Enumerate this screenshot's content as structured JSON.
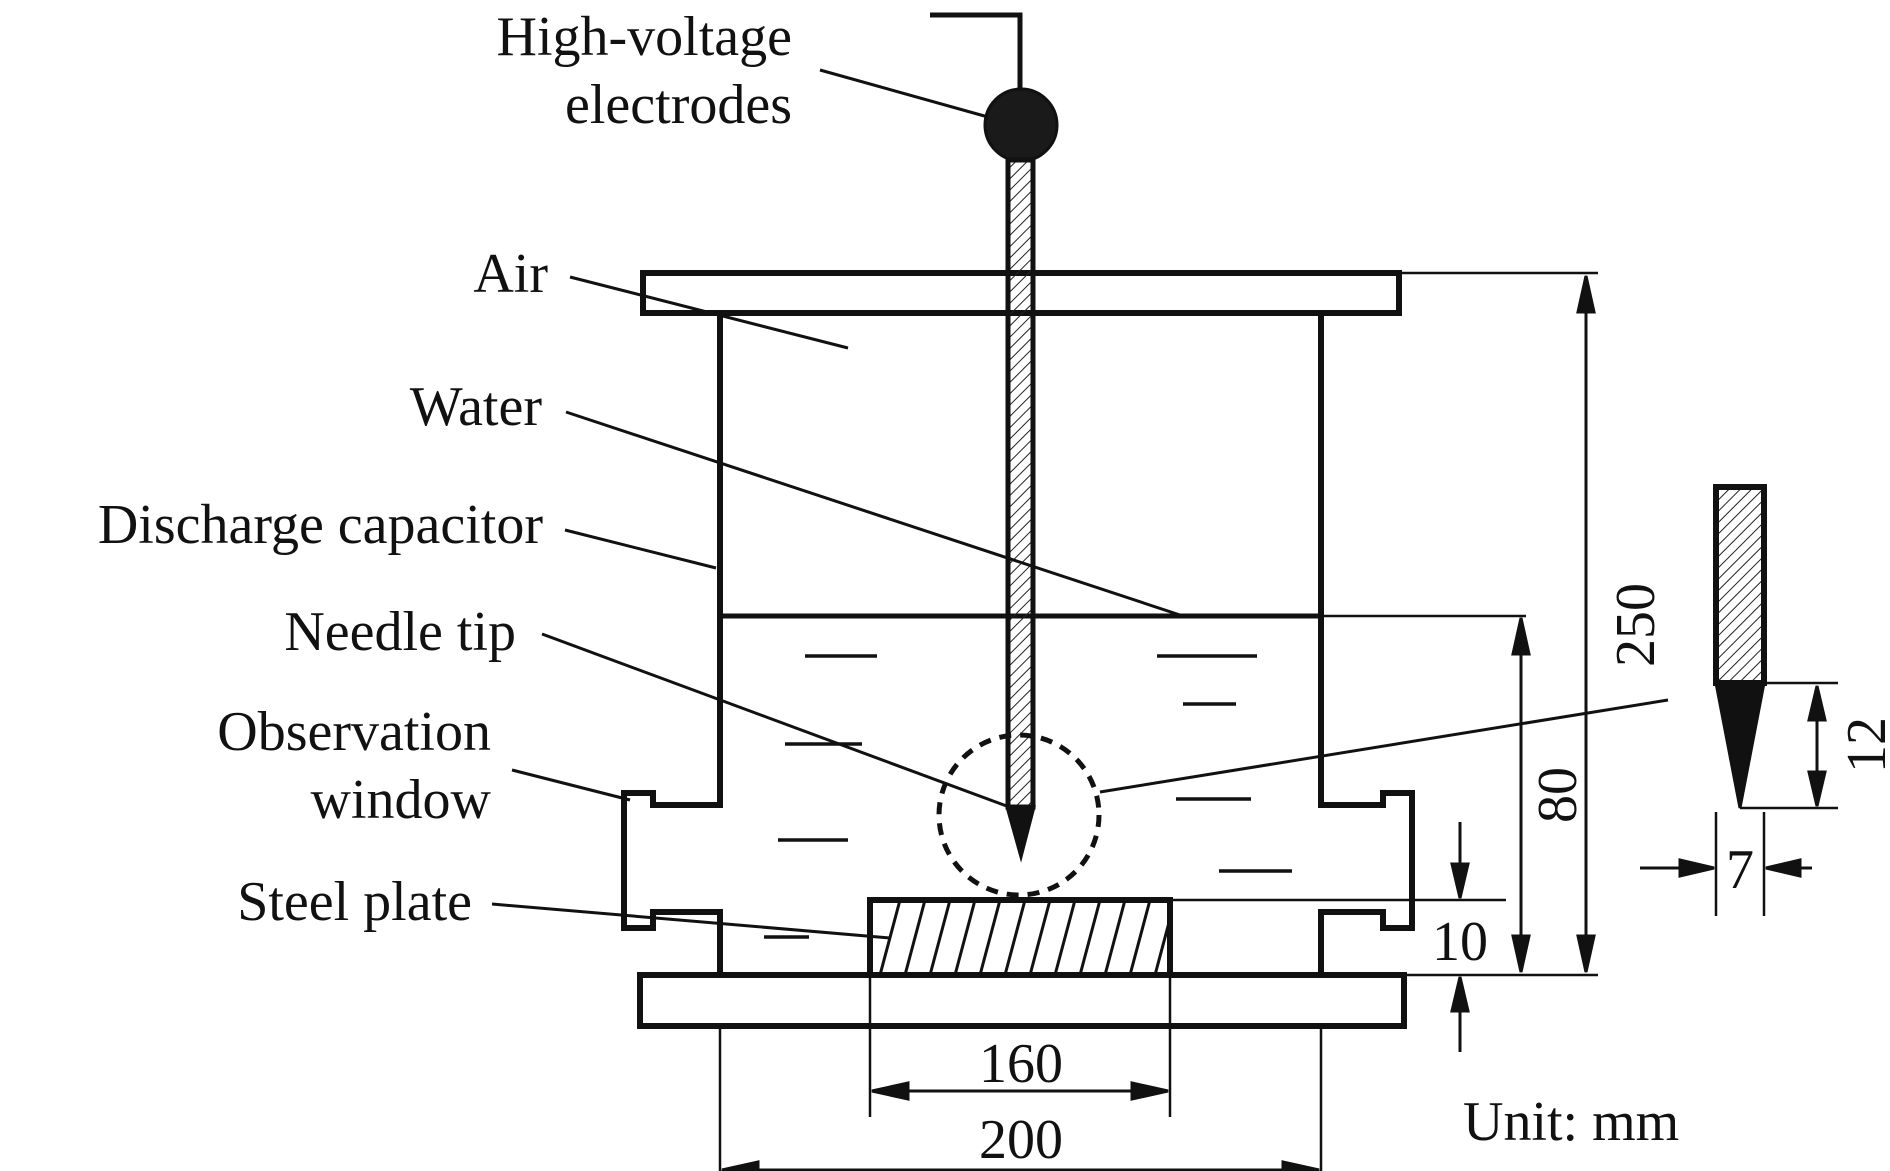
{
  "labels": {
    "hv_line1": "High-voltage",
    "hv_line2": "electrodes",
    "air": "Air",
    "water": "Water",
    "capacitor": "Discharge capacitor",
    "needle_tip": "Needle tip",
    "observation_line1": "Observation",
    "observation_line2": "window",
    "steel_plate": "Steel plate",
    "unit": "Unit: mm"
  },
  "dimensions": {
    "total_height": "250",
    "water_height": "80",
    "plate_thickness": "10",
    "plate_width": "160",
    "vessel_width": "200",
    "tip_length": "12",
    "needle_diameter": "7"
  },
  "colors": {
    "stroke": "#111111",
    "background": "#ffffff"
  }
}
